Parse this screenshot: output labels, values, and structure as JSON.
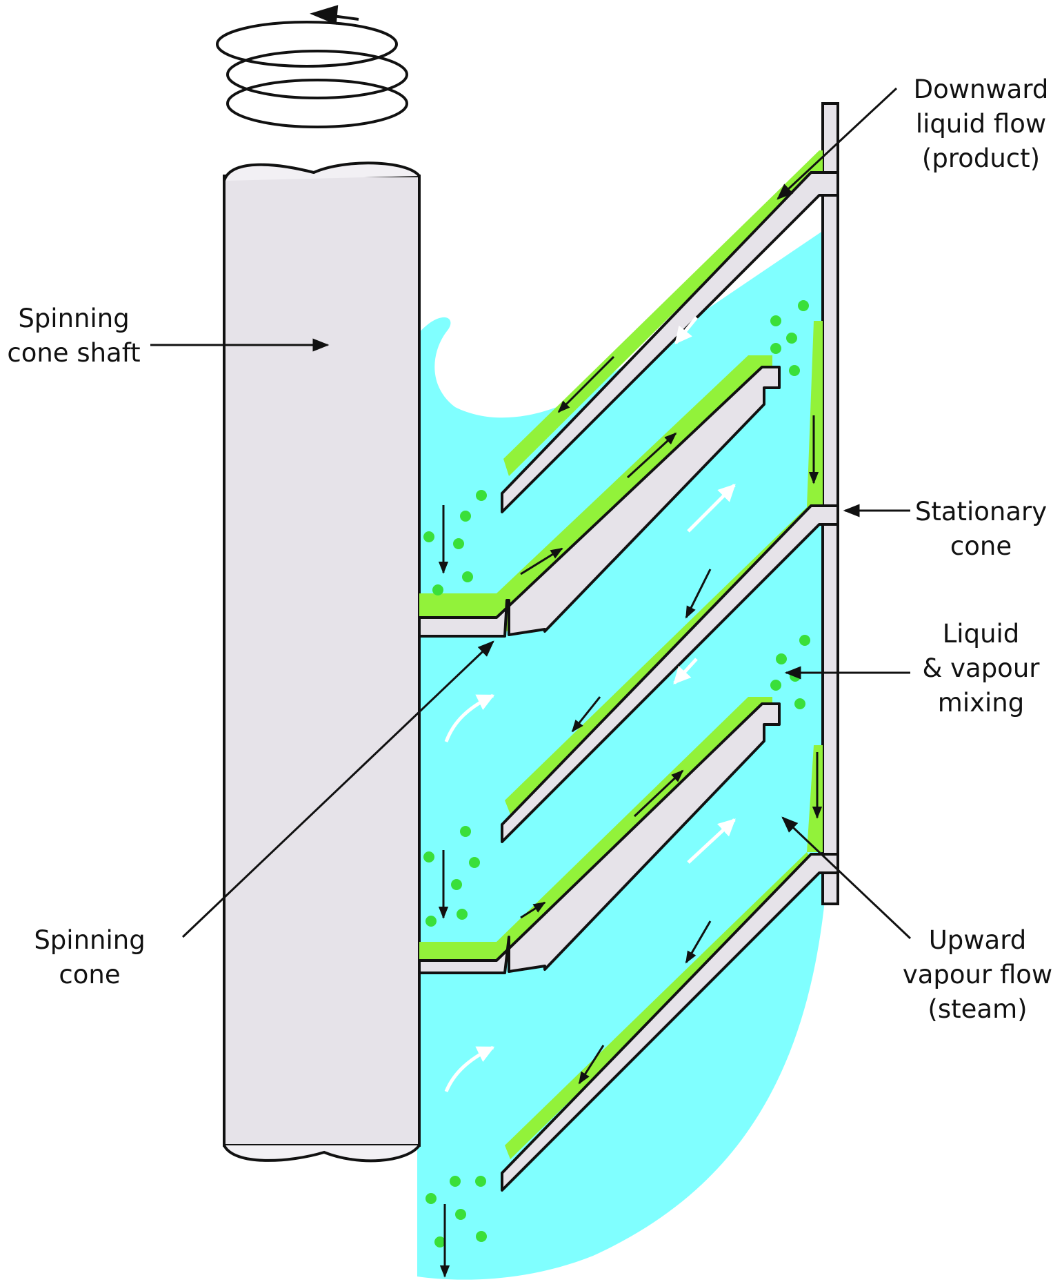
{
  "labels": {
    "spinning_cone_shaft": [
      "Spinning",
      "cone shaft"
    ],
    "downward_liquid_flow": [
      "Downward",
      "liquid flow",
      "(product)"
    ],
    "stationary_cone": [
      "Stationary",
      "cone"
    ],
    "liquid_vapour_mixing": [
      "Liquid",
      "& vapour",
      "mixing"
    ],
    "spinning_cone": [
      "Spinning",
      "cone"
    ],
    "upward_vapour_flow": [
      "Upward",
      "vapour flow",
      "(steam)"
    ]
  },
  "colors": {
    "vapour": "#80FFFF",
    "liquid_film": "#92F23A",
    "droplet": "#3ADF3A",
    "cone_fill": "#E6E3E9",
    "outline": "#111111",
    "flow_arrow_white": "#FFFFFF"
  },
  "icons": [
    "rotation-spiral-icon",
    "arrow-icon"
  ]
}
